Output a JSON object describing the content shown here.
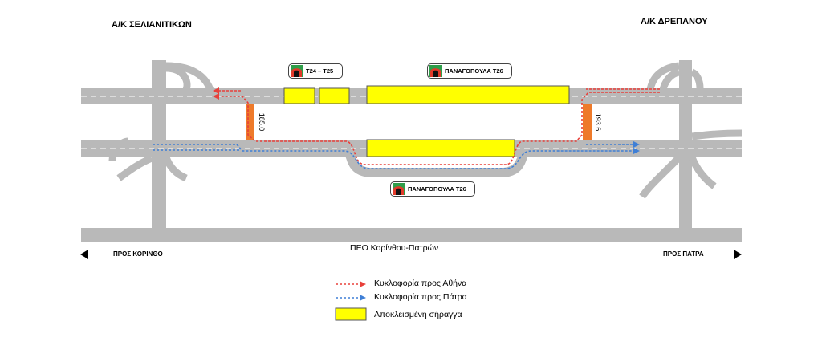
{
  "junctions": {
    "left": "Α/Κ ΣΕΛΙΑΝΙΤΙΚΩΝ",
    "right": "Α/Κ ΔΡΕΠΑΝΟΥ"
  },
  "tunnels": {
    "upper_small": "T24 – T25",
    "upper_main": "ΠΑΝΑΓΟΠΟΥΛΑ Τ26",
    "lower_main": "ΠΑΝΑΓΟΠΟΥΛΑ Τ26"
  },
  "crossovers": {
    "left_km": "185.0",
    "right_km": "193.6"
  },
  "directions": {
    "left": "ΠΡΟΣ ΚΟΡΙΝΘΟ",
    "right": "ΠΡΟΣ ΠΑΤΡΑ"
  },
  "old_road": "ΠΕΟ Κορίνθου-Πατρών",
  "legend": {
    "items": [
      {
        "label": "Κυκλοφορία προς Αθήνα",
        "color": "#e8403a",
        "style": "dotted-arrow"
      },
      {
        "label": "Κυκλοφορία προς Πάτρα",
        "color": "#3f7fd6",
        "style": "dotted-arrow"
      },
      {
        "label": "Αποκλεισμένη σήραγγα",
        "color": "#ffff00",
        "style": "box"
      }
    ]
  },
  "colors": {
    "road": "#b9b9b9",
    "closed_tunnel": "#ffff00",
    "crossover": "#ee7a2a",
    "to_athens": "#e8403a",
    "to_patra": "#3f7fd6"
  },
  "icons": {
    "tunnel": "tunnel-icon",
    "left_arrow": "triangle-left-icon",
    "right_arrow": "triangle-right-icon"
  }
}
